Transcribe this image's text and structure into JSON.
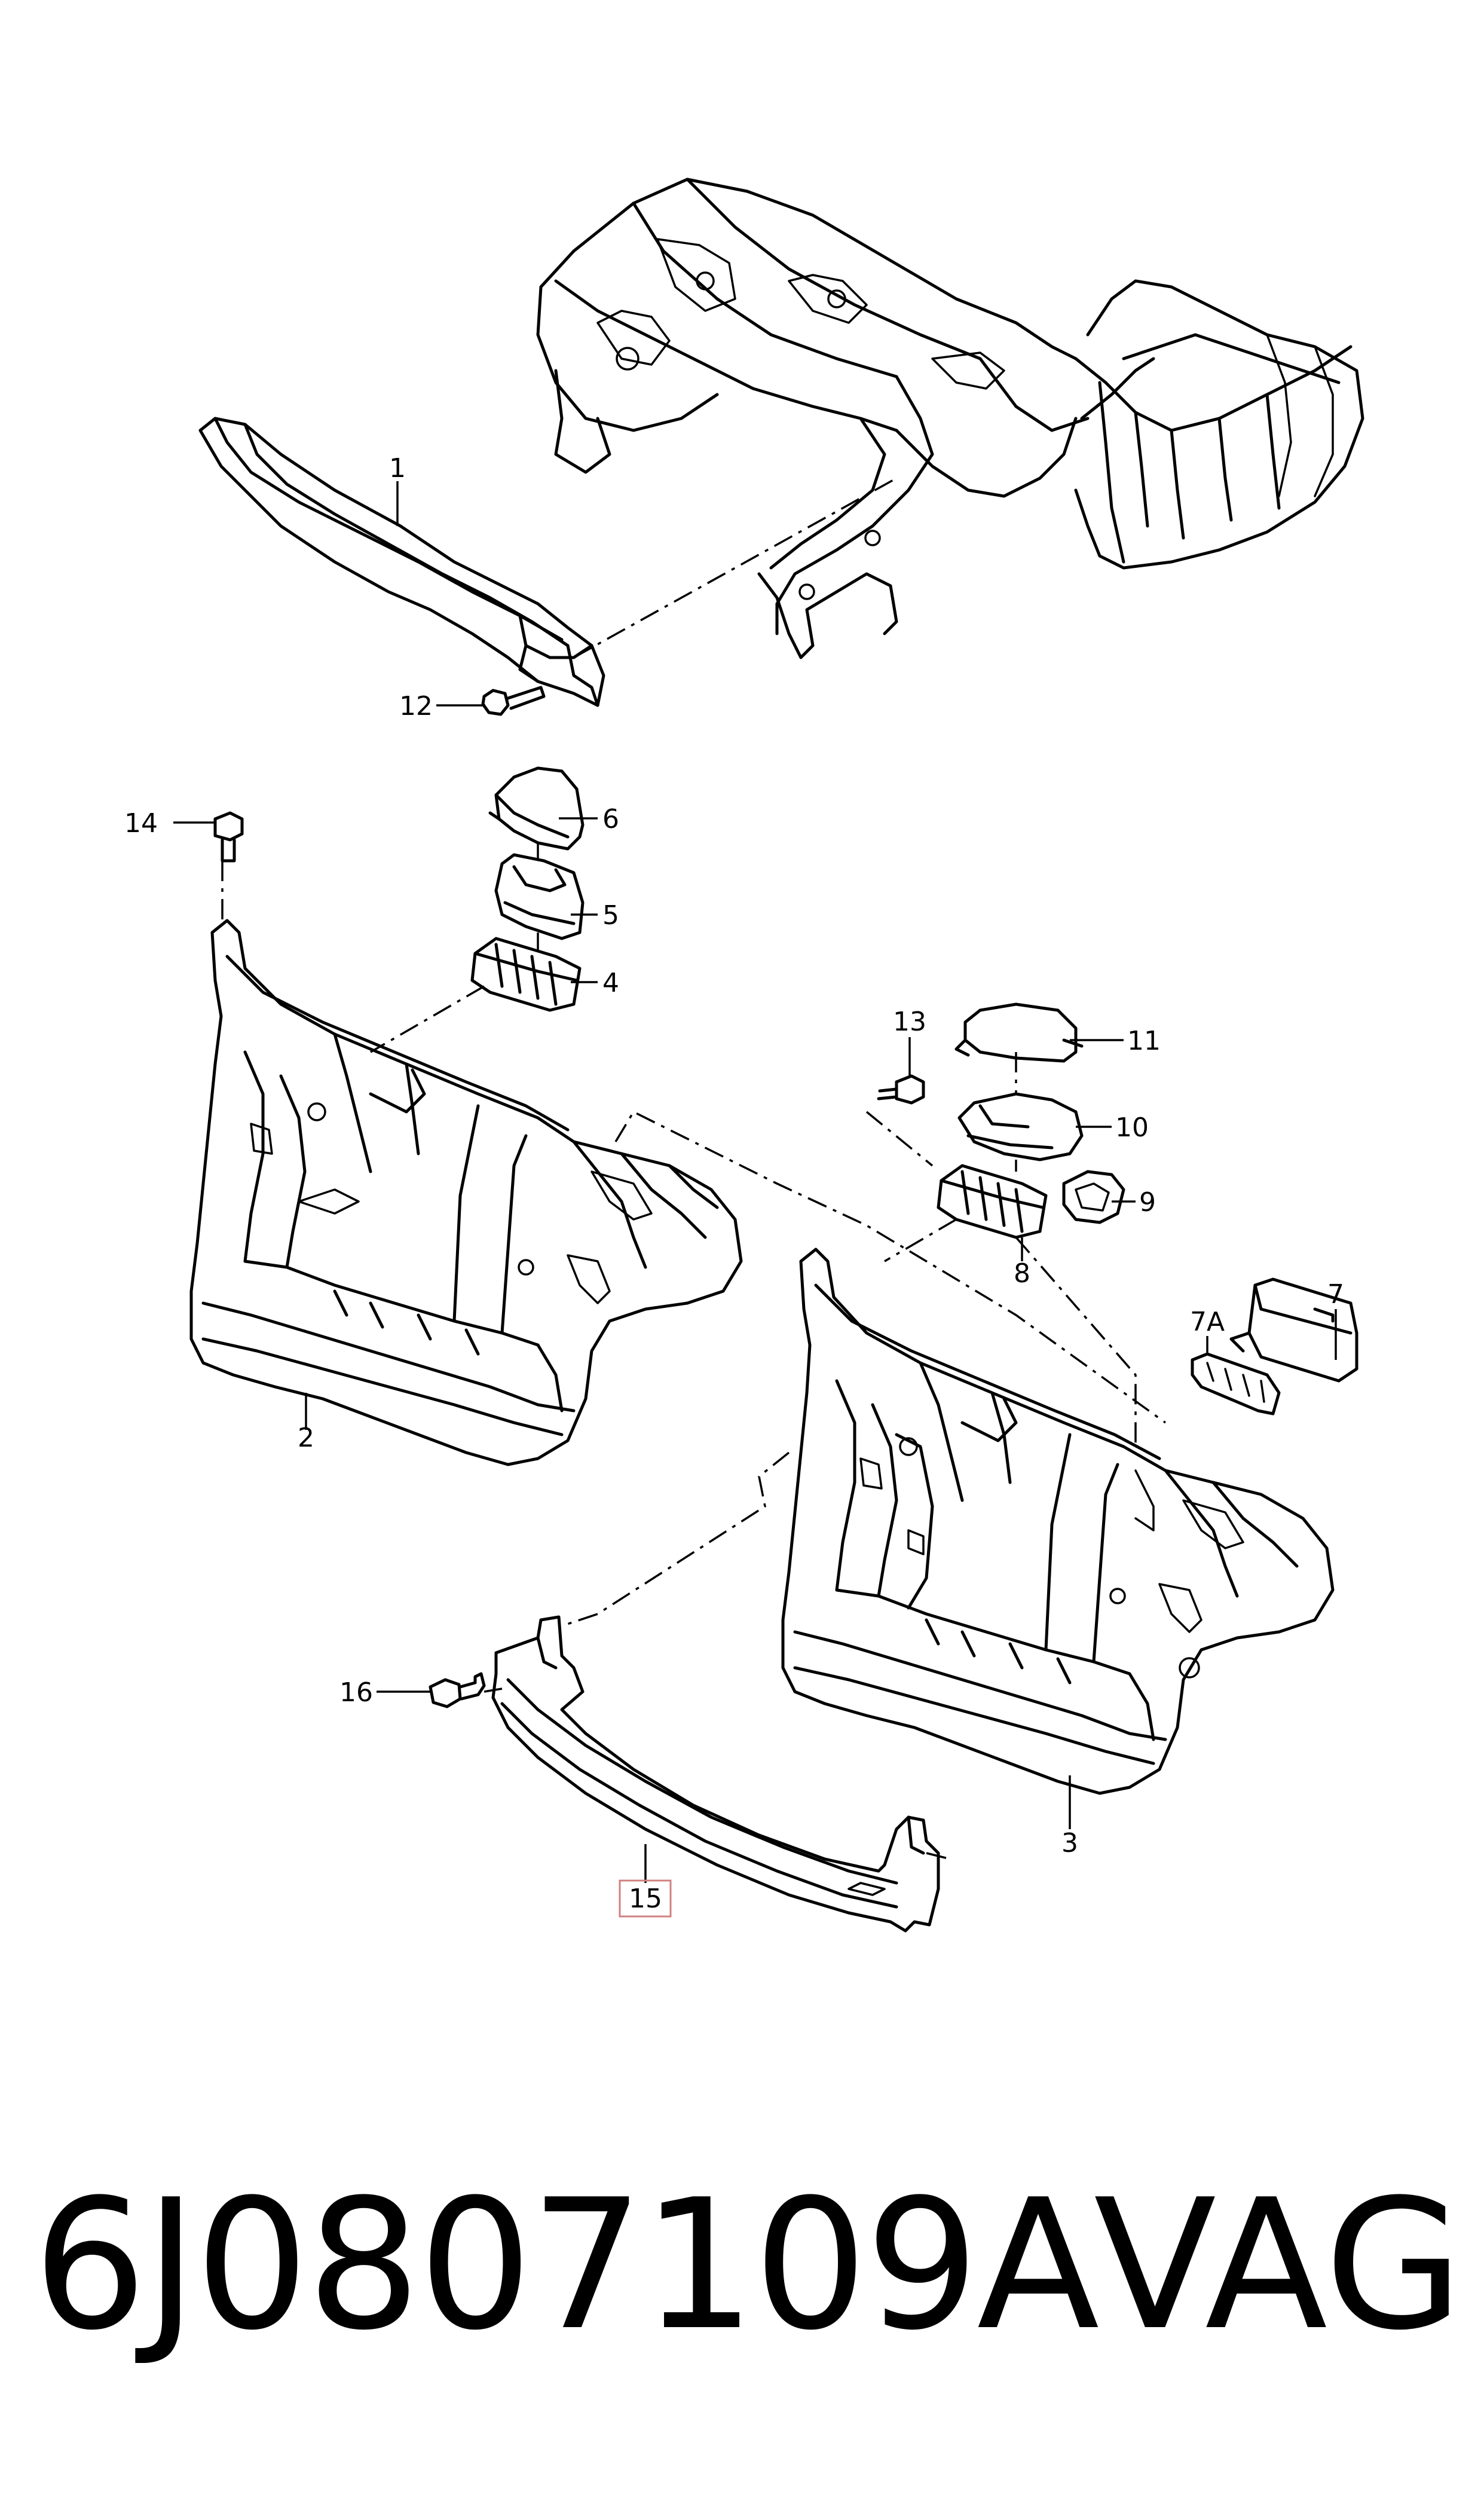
{
  "diagram": {
    "callouts": {
      "c1": "1",
      "c2": "2",
      "c3": "3",
      "c4": "4",
      "c5": "5",
      "c6": "6",
      "c7": "7",
      "c7a": "7A",
      "c8": "8",
      "c9": "9",
      "c10": "10",
      "c11": "11",
      "c12": "12",
      "c13": "13",
      "c14": "14",
      "c15": "15",
      "c16": "16"
    },
    "highlighted_callout": "15"
  },
  "footer": {
    "part_number": "6J0807109A",
    "brand": "VAG"
  }
}
